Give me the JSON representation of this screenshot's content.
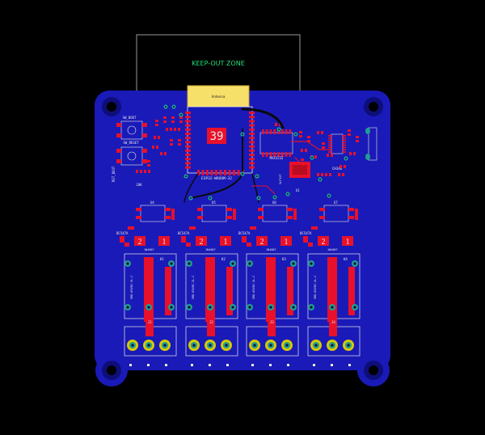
{
  "board": {
    "keepout_label": "KEEP-OUT ZONE",
    "antenna_label": "Antenna",
    "module_pin_count": "39",
    "module_label": "ESP32-WROOM-32",
    "sw_boot_label": "SW_BOOT",
    "sw_reset_label": "SW_RESET",
    "rst_label": "10K",
    "regulator_label": "MAX3232",
    "usb_label": "CH340",
    "mcu2_label": "VLF12T",
    "regulator_ref": "U1",
    "relay_channels": [
      {
        "opto": "U4",
        "trans_label": "BC547A",
        "diode": "1N4007",
        "relay": "K1",
        "conn": "J1",
        "rel_label": "SRD-05VDC-SL-C",
        "pad_left": "2",
        "pad_right": "1"
      },
      {
        "opto": "U5",
        "trans_label": "BC547A",
        "diode": "1N4007",
        "relay": "K2",
        "conn": "J2",
        "rel_label": "SRD-05VDC-SL-C",
        "pad_left": "2",
        "pad_right": "1"
      },
      {
        "opto": "U6",
        "trans_label": "BC547A",
        "diode": "1N4007",
        "relay": "K3",
        "conn": "J3",
        "rel_label": "SRD-05VDC-SL-C",
        "pad_left": "2",
        "pad_right": "1"
      },
      {
        "opto": "U7",
        "trans_label": "BC547A",
        "diode": "1N4007",
        "relay": "K4",
        "conn": "J4",
        "rel_label": "SRD-05VDC-SL-C",
        "pad_left": "2",
        "pad_right": "1"
      }
    ],
    "colors": {
      "background": "#000000",
      "board": "#1a1ab8",
      "copper_top": "#e8102a",
      "silkscreen": "#e8e8e8",
      "via": "#1f9e8f",
      "pad_yellow": "#d8c800",
      "outline": "#f2d070",
      "keepout_text": "#22e07a"
    }
  }
}
